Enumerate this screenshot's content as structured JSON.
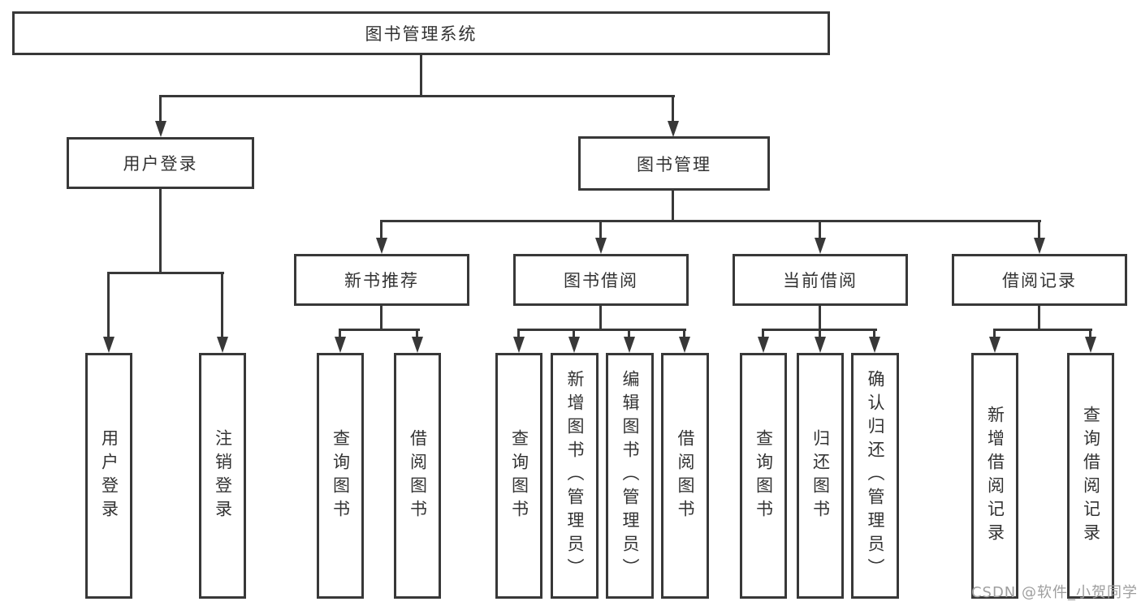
{
  "diagram": {
    "type": "tree",
    "title": "图书管理系统",
    "description": "Functional structure diagram of a library management system"
  },
  "colors": {
    "line": "#383838",
    "text": "#333333",
    "box_bg": "#ffffff",
    "watermark": "#9e9e9e"
  },
  "nodes": {
    "root": {
      "label": "图书管理系统"
    },
    "level2": [
      {
        "id": "user-login",
        "label": "用户登录",
        "parent": "图书管理系统"
      },
      {
        "id": "book-management",
        "label": "图书管理",
        "parent": "图书管理系统"
      }
    ],
    "level3": [
      {
        "id": "new-book-recommend",
        "label": "新书推荐",
        "parent": "图书管理"
      },
      {
        "id": "book-borrow",
        "label": "图书借阅",
        "parent": "图书管理"
      },
      {
        "id": "current-borrow",
        "label": "当前借阅",
        "parent": "图书管理"
      },
      {
        "id": "borrow-records",
        "label": "借阅记录",
        "parent": "图书管理"
      }
    ],
    "leaves": [
      {
        "label": "用户登录",
        "parent": "用户登录"
      },
      {
        "label": "注销登录",
        "parent": "用户登录"
      },
      {
        "label": "查询图书",
        "parent": "新书推荐"
      },
      {
        "label": "借阅图书",
        "parent": "新书推荐"
      },
      {
        "label": "查询图书",
        "parent": "图书借阅"
      },
      {
        "label": "新增图书（管理员）",
        "parent": "图书借阅"
      },
      {
        "label": "编辑图书（管理员）",
        "parent": "图书借阅"
      },
      {
        "label": "借阅图书",
        "parent": "图书借阅"
      },
      {
        "label": "查询图书",
        "parent": "当前借阅"
      },
      {
        "label": "归还图书",
        "parent": "当前借阅"
      },
      {
        "label": "确认归还（管理员）",
        "parent": "当前借阅"
      },
      {
        "label": "新增借阅记录",
        "parent": "借阅记录"
      },
      {
        "label": "查询借阅记录",
        "parent": "借阅记录"
      }
    ]
  },
  "watermark": {
    "text": "CSDN @软件_小贺同学"
  }
}
